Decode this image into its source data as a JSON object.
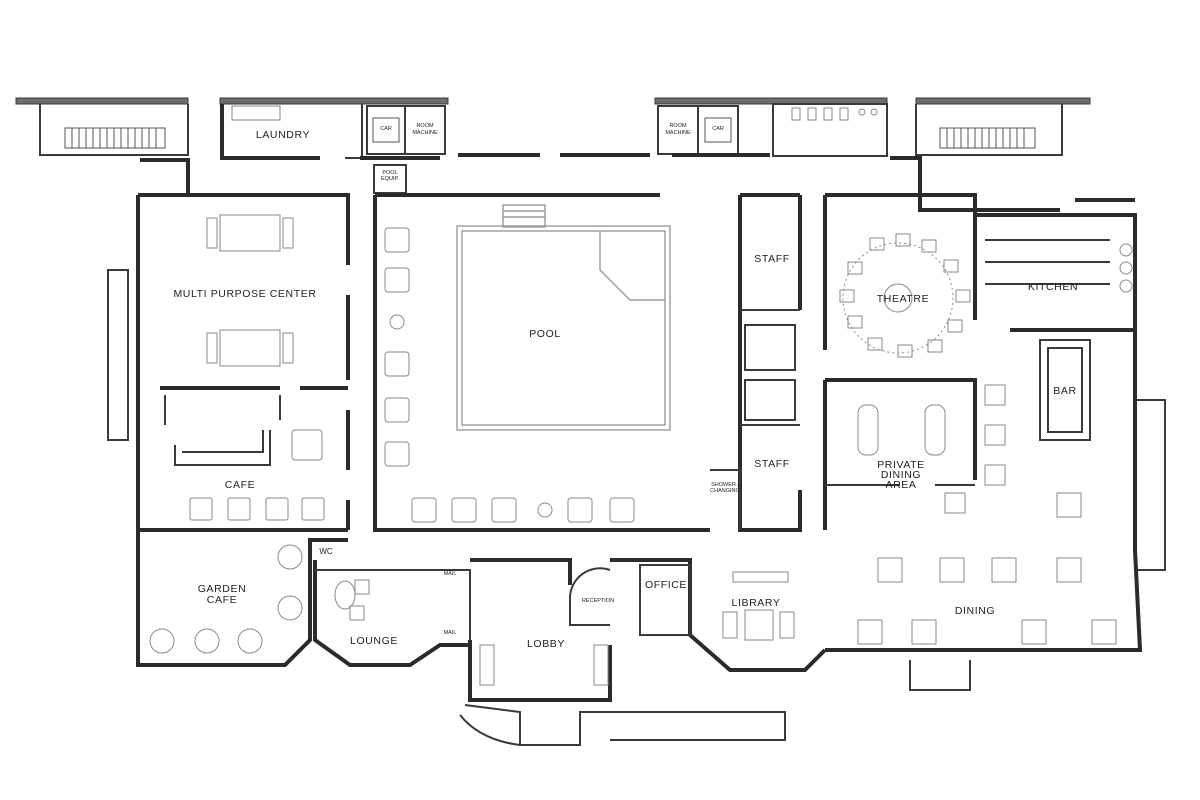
{
  "rooms": {
    "laundry": "LAUNDRY",
    "car_left": "CAR",
    "room_machine_left": [
      "ROOM",
      "MACHINE"
    ],
    "room_machine_right": [
      "ROOM",
      "MACHINE"
    ],
    "car_right": "CAR",
    "pool_equip": [
      "POOL",
      "EQUIP."
    ],
    "multi_purpose": "MULTI PURPOSE CENTER",
    "pool": "POOL",
    "staff_top": "STAFF",
    "staff_bottom": "STAFF",
    "shower": [
      "SHOWER /",
      "CHANGING"
    ],
    "theatre": "THEATRE",
    "kitchen": "KITCHEN",
    "bar": "BAR",
    "private_dining": [
      "PRIVATE",
      "DINING",
      "AREA"
    ],
    "cafe": "CAFE",
    "garden_cafe": [
      "GARDEN",
      "CAFE"
    ],
    "wc": "WC",
    "mail_top": "MAIL",
    "mail_bottom": "MAIL",
    "lounge": "LOUNGE",
    "lobby": "LOBBY",
    "reception": "RECEPTION",
    "office": "OFFICE",
    "library": "LIBRARY",
    "dining": "DINING"
  }
}
